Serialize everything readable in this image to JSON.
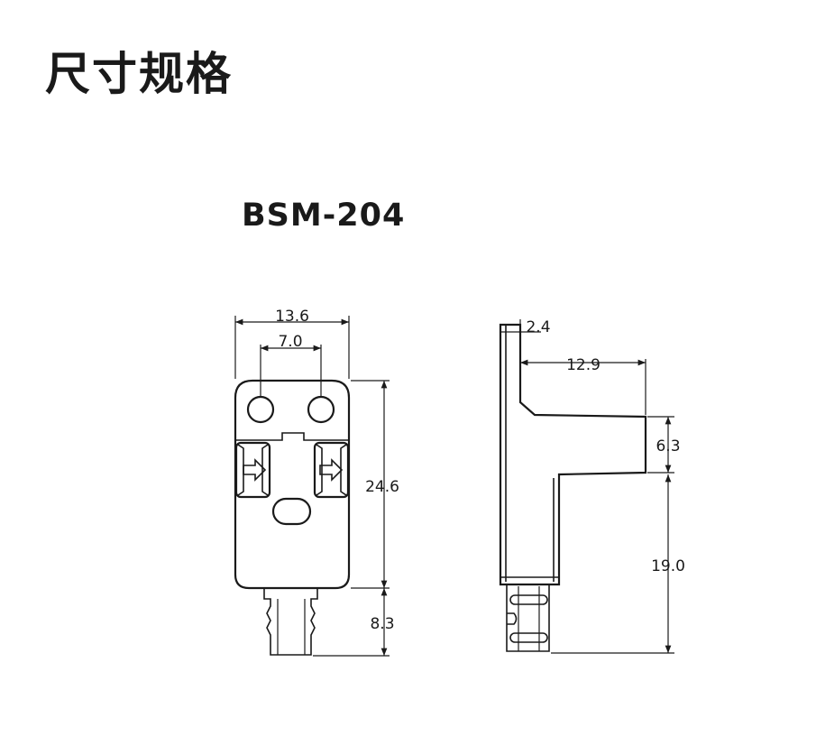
{
  "header": {
    "title": "尺寸规格"
  },
  "model": {
    "name": "BSM-204"
  },
  "front_view": {
    "dims": {
      "width": "13.6",
      "hole_pitch": "7.0",
      "body_height": "24.6",
      "connector_length": "8.3"
    }
  },
  "side_view": {
    "dims": {
      "top_thickness": "2.4",
      "arm_length": "12.9",
      "arm_height": "6.3",
      "body_height": "19.0"
    }
  },
  "colors": {
    "line": "#1a1a1a",
    "background": "#ffffff"
  }
}
